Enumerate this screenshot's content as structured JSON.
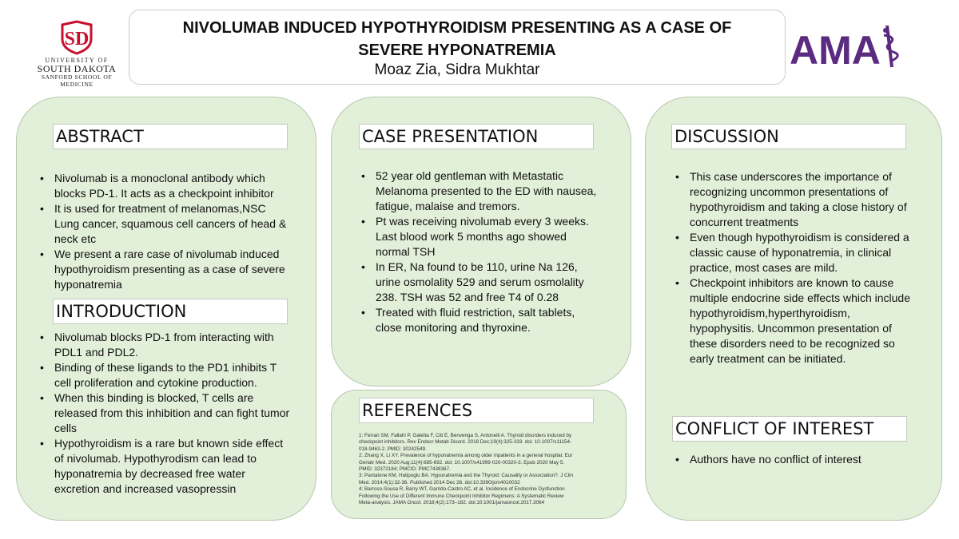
{
  "header": {
    "title": "NIVOLUMAB INDUCED HYPOTHYROIDISM PRESENTING AS A CASE OF SEVERE HYPONATREMIA",
    "authors": "Moaz Zia, Sidra Mukhtar"
  },
  "logos": {
    "usd": {
      "line1": "UNIVERSITY OF",
      "line2": "SOUTH DAKOTA",
      "line3": "SANFORD SCHOOL OF MEDICINE",
      "color": "#c8102e"
    },
    "ama": {
      "text": "AMA",
      "color": "#5b2b82"
    }
  },
  "colors": {
    "panel": "#e2efd9",
    "panel_border": "#b9c8ad"
  },
  "abstract": {
    "heading": "ABSTRACT",
    "bullets": [
      "Nivolumab is a monoclonal antibody which blocks PD-1. It acts as a checkpoint inhibitor",
      "It is used for treatment of melanomas,NSC Lung cancer, squamous cell cancers of head & neck etc",
      "We present a rare case of nivolumab induced hypothyroidism presenting as a case of severe hyponatremia"
    ]
  },
  "introduction": {
    "heading": "INTRODUCTION",
    "bullets": [
      "Nivolumab blocks PD-1 from interacting with PDL1 and PDL2.",
      "Binding of these ligands to the PD1 inhibits T cell proliferation and cytokine production.",
      " When this binding is blocked, T cells are released from this inhibition and can fight tumor cells",
      "Hypothyroidism is a rare but known side effect of nivolumab. Hypothyrodism can lead to hyponatremia by decreased free water excretion and increased vasopressin"
    ]
  },
  "case_presentation": {
    "heading": "CASE PRESENTATION",
    "bullets": [
      "52 year old gentleman with Metastatic Melanoma presented to the ED with nausea, fatigue, malaise and tremors.",
      "Pt was receiving nivolumab every 3 weeks. Last blood work 5 months ago showed normal TSH",
      "In ER, Na found to be 110, urine Na 126, urine osmolality 529 and serum osmolality 238. TSH was 52 and free T4 of 0.28",
      "Treated with fluid restriction, salt tablets, close monitoring and thyroxine."
    ]
  },
  "references": {
    "heading": "REFERENCES",
    "items": [
      "1: Ferrari SM, Fallahi P, Galetta F, Citi E, Benvenga S, Antonelli A. Thyroid disorders induced by checkpoint inhibitors. Rev Endocr Metab Disord. 2018 Dec;19(4):325-333. doi: 10.1007/s11154-018-9463-2. PMID: 30242549.",
      "2: Zhang X, Li XY. Prevalence of hyponatremia among older inpatients in a general hospital. Eur Geriatr Med. 2020 Aug;11(4):685-692. doi: 10.1007/s41999-020-00320-3. Epub 2020 May 5. PMID: 32372184; PMCID: PMC7438367.",
      "3: Pantalone KM, Hatipoglu BA. Hyponatremia and the Thyroid: Causality or Association?. J Clin Med. 2014;4(1):32-36. Published 2014 Dec 26. doi:10.3390/jcm4010032",
      "4: Barroso-Sousa R, Barry WT, Garrido-Castro AC, et al. Incidence of Endocrine Dysfunction Following the Use of Different Immune Checkpoint Inhibitor Regimens: A Systematic Review Meta-analysis. JAMA Oncol. 2018;4(2):173–182. doi:10.1001/jamaoncol.2017.3064"
    ]
  },
  "discussion": {
    "heading": "DISCUSSION",
    "bullets": [
      "This case underscores the importance of recognizing uncommon presentations of hypothyroidism and taking a close history of concurrent treatments",
      "Even though hypothyroidism is considered a classic cause of hyponatremia, in clinical practice, most cases are mild.",
      "Checkpoint inhibitors are known to cause multiple endocrine side effects which include hypothyroidism,hyperthyroidism, hypophysitis. Uncommon presentation of these disorders need to be recognized so early treatment can be initiated."
    ]
  },
  "conflict": {
    "heading": "CONFLICT OF INTEREST",
    "bullets": [
      "Authors have no conflict of interest"
    ]
  }
}
